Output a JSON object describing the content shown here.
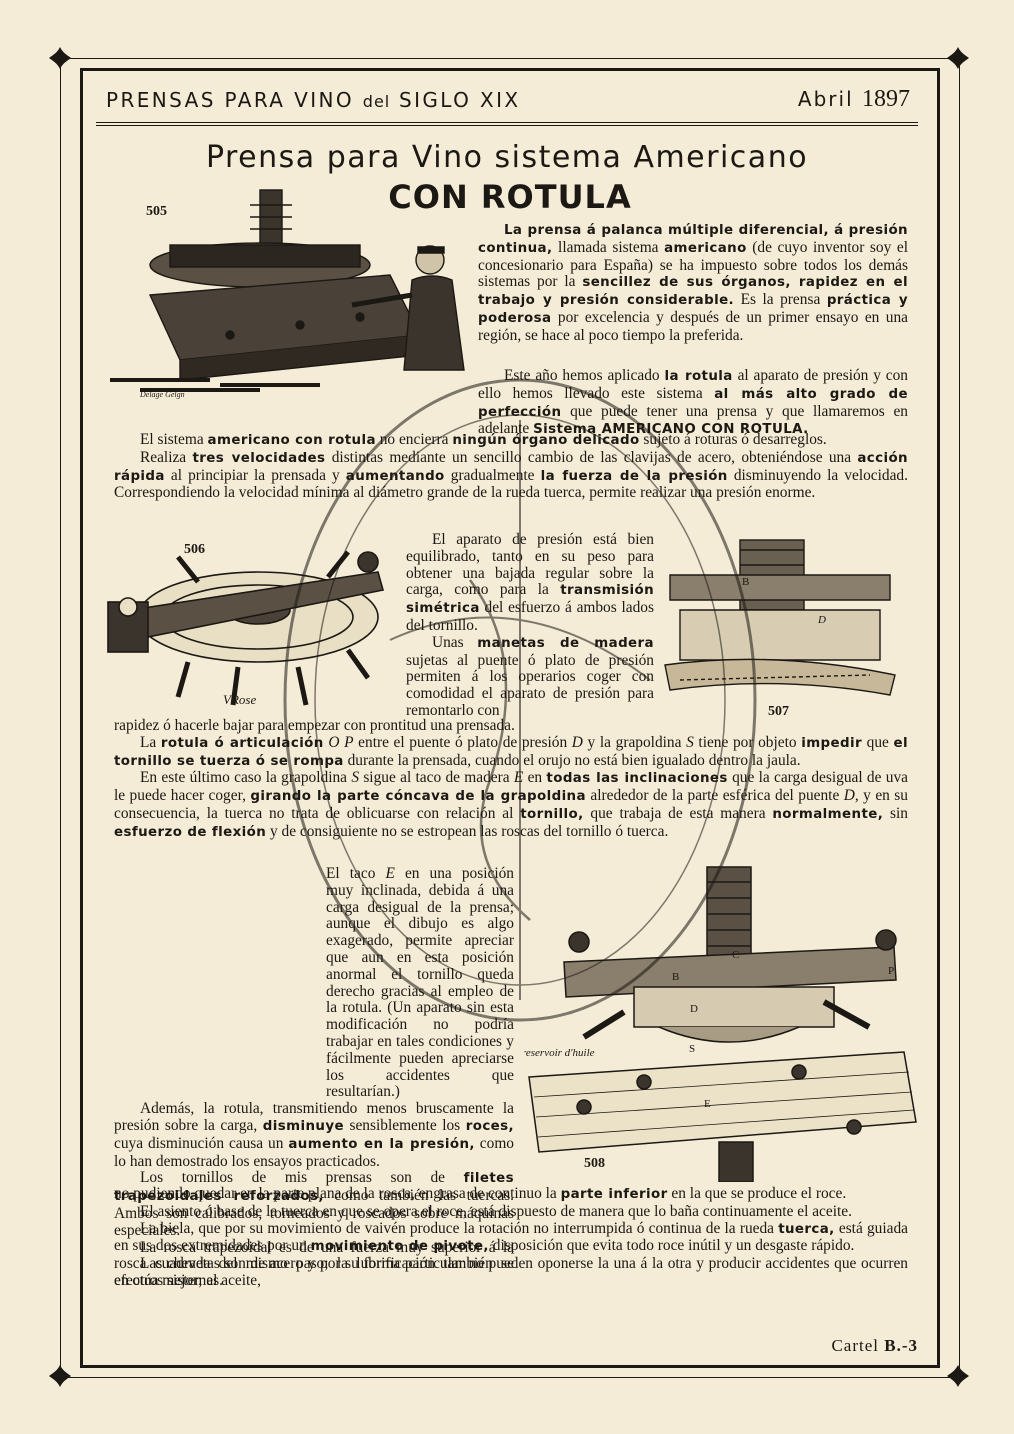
{
  "header": {
    "left_main": "PRENSAS PARA VINO",
    "left_small": "del",
    "left_end": "SIGLO XIX",
    "month": "Abril",
    "year": "1897"
  },
  "title": "Prensa para Vino sistema Americano",
  "subtitle": "CON ROTULA",
  "figures": {
    "fig505": {
      "number": "505",
      "signature": "Delage Gelgn"
    },
    "fig506": {
      "number": "506",
      "signature": "VRose"
    },
    "fig507": {
      "number": "507",
      "label_b": "B",
      "label_d": "D"
    },
    "fig508": {
      "number": "508",
      "reservoir": "reservoir d'huile",
      "label_c": "C",
      "label_b": "B",
      "label_d": "D",
      "label_s": "S",
      "label_e": "E",
      "label_p": "P"
    }
  },
  "text": {
    "p1_b1": "La prensa á palanca múltiple diferencial, á presión continua,",
    "p1_t1": " llamada sistema ",
    "p1_b2": "americano",
    "p1_t2": " (de cuyo inventor soy el concesionario para España) se ha impuesto sobre todos los demás sistemas por la ",
    "p1_b3": "sencillez de sus órganos, rapidez en el trabajo y presión considerable.",
    "p1_t3": " Es la prensa ",
    "p1_b4": "práctica y poderosa",
    "p1_t4": " por excelencia y después de un primer ensayo en una región, se hace al poco tiempo la preferida.",
    "p2_t1": "Este año hemos aplicado ",
    "p2_b1": "la rotula",
    "p2_t2": " al aparato de presión y con ello hemos llevado este sistema ",
    "p2_b2": "al más alto grado de perfección",
    "p2_t3": " que puede tener una prensa y que llamaremos en adelante ",
    "p2_b3": "Sistema AMERICANO CON ROTULA.",
    "p3_t1": "El sistema ",
    "p3_b1": "americano con rotula",
    "p3_t2": " no encierra ",
    "p3_b2": "ningún órgano delicado",
    "p3_t3": " sujeto á roturas ó desarreglos.",
    "p4_t1": "Realiza ",
    "p4_b1": "tres velocidades",
    "p4_t2": " distintas mediante un sencillo cambio de las clavijas de acero, obteniéndose una ",
    "p4_b2": "acción rápida",
    "p4_t3": " al principiar la prensada y ",
    "p4_b3": "aumentando",
    "p4_t4": " gradualmente ",
    "p4_b4": "la fuerza de la presión",
    "p4_t5": " disminuyendo la velocidad. Correspondiendo la velocidad mínima al diámetro grande de la rueda tuerca, permite realizar una presión enorme.",
    "p5_t1": "El aparato de presión está bien equilibrado, tanto en su peso para obtener una bajada regular sobre la carga, como para la ",
    "p5_b1": "transmisión simétrica",
    "p5_t2": " del esfuerzo á ambos lados del tornillo.",
    "p6_t1": "Unas ",
    "p6_b1": "manetas de madera",
    "p6_t2": " sujetas al puente ó plato de presión permiten á los operarios coger con comodidad el aparato de presión para remontarlo con",
    "p6_t3": "rapidez ó hacerle bajar para empezar con prontitud una prensada.",
    "p7_t1": "La ",
    "p7_b1": "rotula ó articulación",
    "p7_t2": " ",
    "p7_i1": "O P",
    "p7_t3": " entre el puente ó plato de presión ",
    "p7_i2": "D",
    "p7_t4": " y la grapoldina ",
    "p7_i3": "S",
    "p7_t5": " tiene por objeto ",
    "p7_b2": "impedir",
    "p7_t6": " que ",
    "p7_b3": "el tornillo se tuerza ó se rompa",
    "p7_t7": " durante la prensada, cuando el orujo no está bien igualado dentro la jaula.",
    "p8_t1": "En este último caso la grapoldina ",
    "p8_i1": "S",
    "p8_t2": " sigue al taco de madera ",
    "p8_i2": "E",
    "p8_t3": " en ",
    "p8_b1": "todas las inclinaciones",
    "p8_t4": " que la carga desigual de uva le puede hacer coger, ",
    "p8_b2": "girando la parte cóncava de la grapoldina",
    "p8_t5": " alrededor de la parte esférica del puente ",
    "p8_i3": "D",
    "p8_t6": ", y en su consecuencia, la tuerca no trata de oblicuarse con relación al ",
    "p8_b3": "tornillo,",
    "p8_t7": " que trabaja de esta manera ",
    "p8_b4": "normalmente,",
    "p8_t8": " sin ",
    "p8_b5": "esfuerzo de flexión",
    "p8_t9": " y de consiguiente no se estropean las roscas del tornillo ó tuerca.",
    "p9_t1": "El taco ",
    "p9_i1": "E",
    "p9_t2": " en una posición muy inclinada, debida á una carga desigual de la prensa; aunque el dibujo es algo exagerado, permite apreciar que aun en esta posición anormal el tornillo queda derecho gracias al empleo de la rotula. (Un aparato sin esta modificación no podría trabajar en tales condiciones y fácilmente pueden apreciarse los accidentes que resultarían.)",
    "p10_t1": "Además, la rotula, transmitiendo menos bruscamente la presión sobre la carga, ",
    "p10_b1": "disminuye",
    "p10_t2": " sensiblemente los ",
    "p10_b2": "roces,",
    "p10_t3": " cuya disminución causa un ",
    "p10_b3": "aumento en la presión,",
    "p10_t4": " como lo han demostrado los ensayos practicados.",
    "p11_t1": "Los tornillos de mis prensas son de ",
    "p11_b1": "filetes trapezoidales reforzados,",
    "p11_t2": " como también las tuercas. Ambos son calibrados, torneados y roscados sobre máquinas especiales.",
    "p12_t1": "La rosca trapezoidal es de una fuerza muy superior á la rosca cuadrada del mismo paso; la lubrificación también se efectúa mejor; el aceite,",
    "p12_t2": "no pudiendo quedar en la parte plana de la rosca, engrasa de continuo la ",
    "p12_b1": "parte inferior",
    "p12_t3": " en la que se produce el roce.",
    "p13_t1": "El asiento ó base de la tuerca en que se opera el roce, está dispuesto de manera que lo baña continuamente el aceite.",
    "p14_t1": "La biela, que por su movimiento de vaivén produce la rotación no interrumpida ó continua de la rueda ",
    "p14_b1": "tuerca,",
    "p14_t2": " está guiada en sus dos extremidades por un ",
    "p14_b2": "movimiento de pivote,",
    "p14_t3": " disposición que evita todo roce inútil y un desgaste rápido.",
    "p15_t1": "Las chevetas son de acero y por su forma particular no pueden oponerse la una á la otra y producir accidentes que ocurren en otros sistemas."
  },
  "footer": {
    "prefix": "Cartel",
    "code": "B.-3"
  }
}
